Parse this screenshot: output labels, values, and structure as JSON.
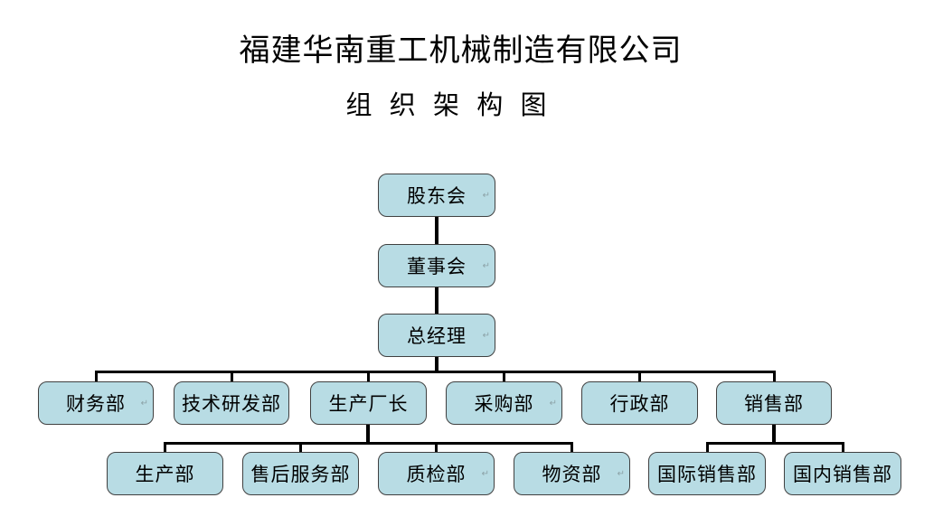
{
  "document": {
    "title": "福建华南重工机械制造有限公司",
    "subtitle": "组 织 架 构 图"
  },
  "org_chart": {
    "nodes": [
      {
        "label": "股东会",
        "level": 1,
        "reports_to": null
      },
      {
        "label": "董事会",
        "level": 2,
        "reports_to": "股东会"
      },
      {
        "label": "总经理",
        "level": 3,
        "reports_to": "董事会"
      },
      {
        "label": "财务部",
        "level": 4,
        "reports_to": "总经理"
      },
      {
        "label": "技术研发部",
        "level": 4,
        "reports_to": "总经理"
      },
      {
        "label": "生产厂长",
        "level": 4,
        "reports_to": "总经理"
      },
      {
        "label": "采购部",
        "level": 4,
        "reports_to": "总经理"
      },
      {
        "label": "行政部",
        "level": 4,
        "reports_to": "总经理"
      },
      {
        "label": "销售部",
        "level": 4,
        "reports_to": "总经理"
      },
      {
        "label": "生产部",
        "level": 5,
        "reports_to": "生产厂长"
      },
      {
        "label": "售后服务部",
        "level": 5,
        "reports_to": "生产厂长"
      },
      {
        "label": "质检部",
        "level": 5,
        "reports_to": "生产厂长"
      },
      {
        "label": "物资部",
        "level": 5,
        "reports_to": "生产厂长"
      },
      {
        "label": "国际销售部",
        "level": 5,
        "reports_to": "销售部"
      },
      {
        "label": "国内销售部",
        "level": 5,
        "reports_to": "销售部"
      }
    ]
  },
  "colors": {
    "node_fill": "#b8dce4",
    "node_border": "#404040",
    "connector": "#000000",
    "page_background": "#ffffff"
  }
}
